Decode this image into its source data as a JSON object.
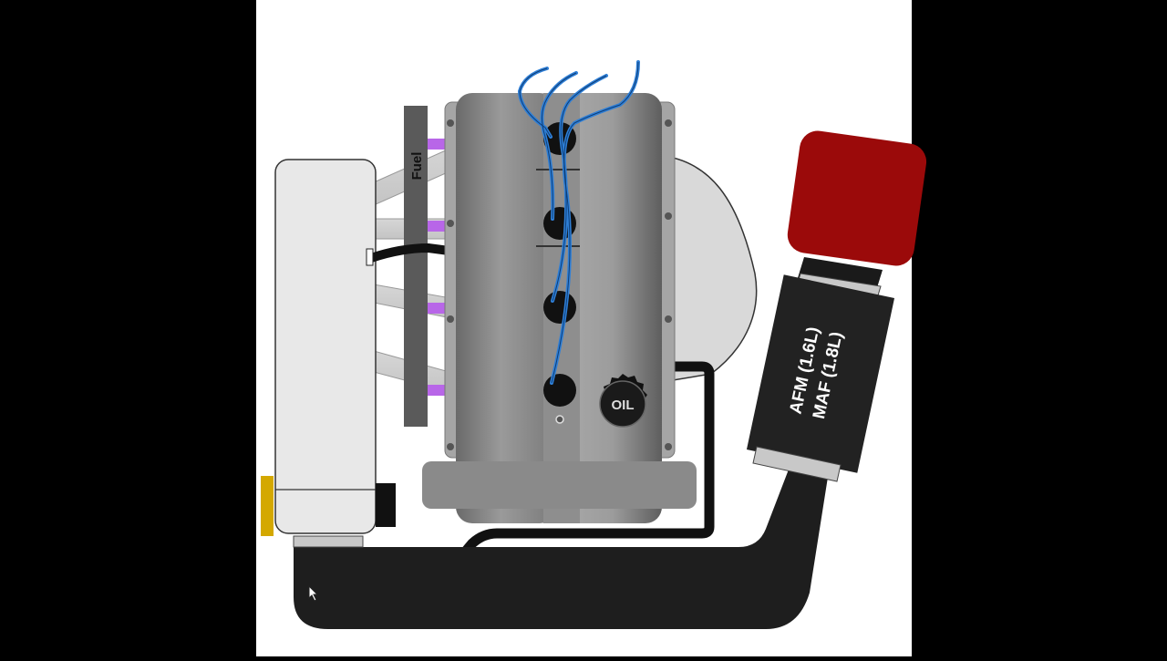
{
  "labels": {
    "fuel": "Fuel",
    "oil": "OIL",
    "sensor_line1": "AFM (1.6L)",
    "sensor_line2": "MAF (1.8L)"
  },
  "icons": {
    "cursor": "mouse-pointer-icon"
  },
  "colors": {
    "background": "#000000",
    "panel": "#ffffff",
    "air_filter": "#9b0a0a",
    "spark_wires": "#2f7fd6",
    "injectors": "#b866e8",
    "coolant_cap": "#d4a800",
    "intake_tube": "#1e1e1e"
  }
}
